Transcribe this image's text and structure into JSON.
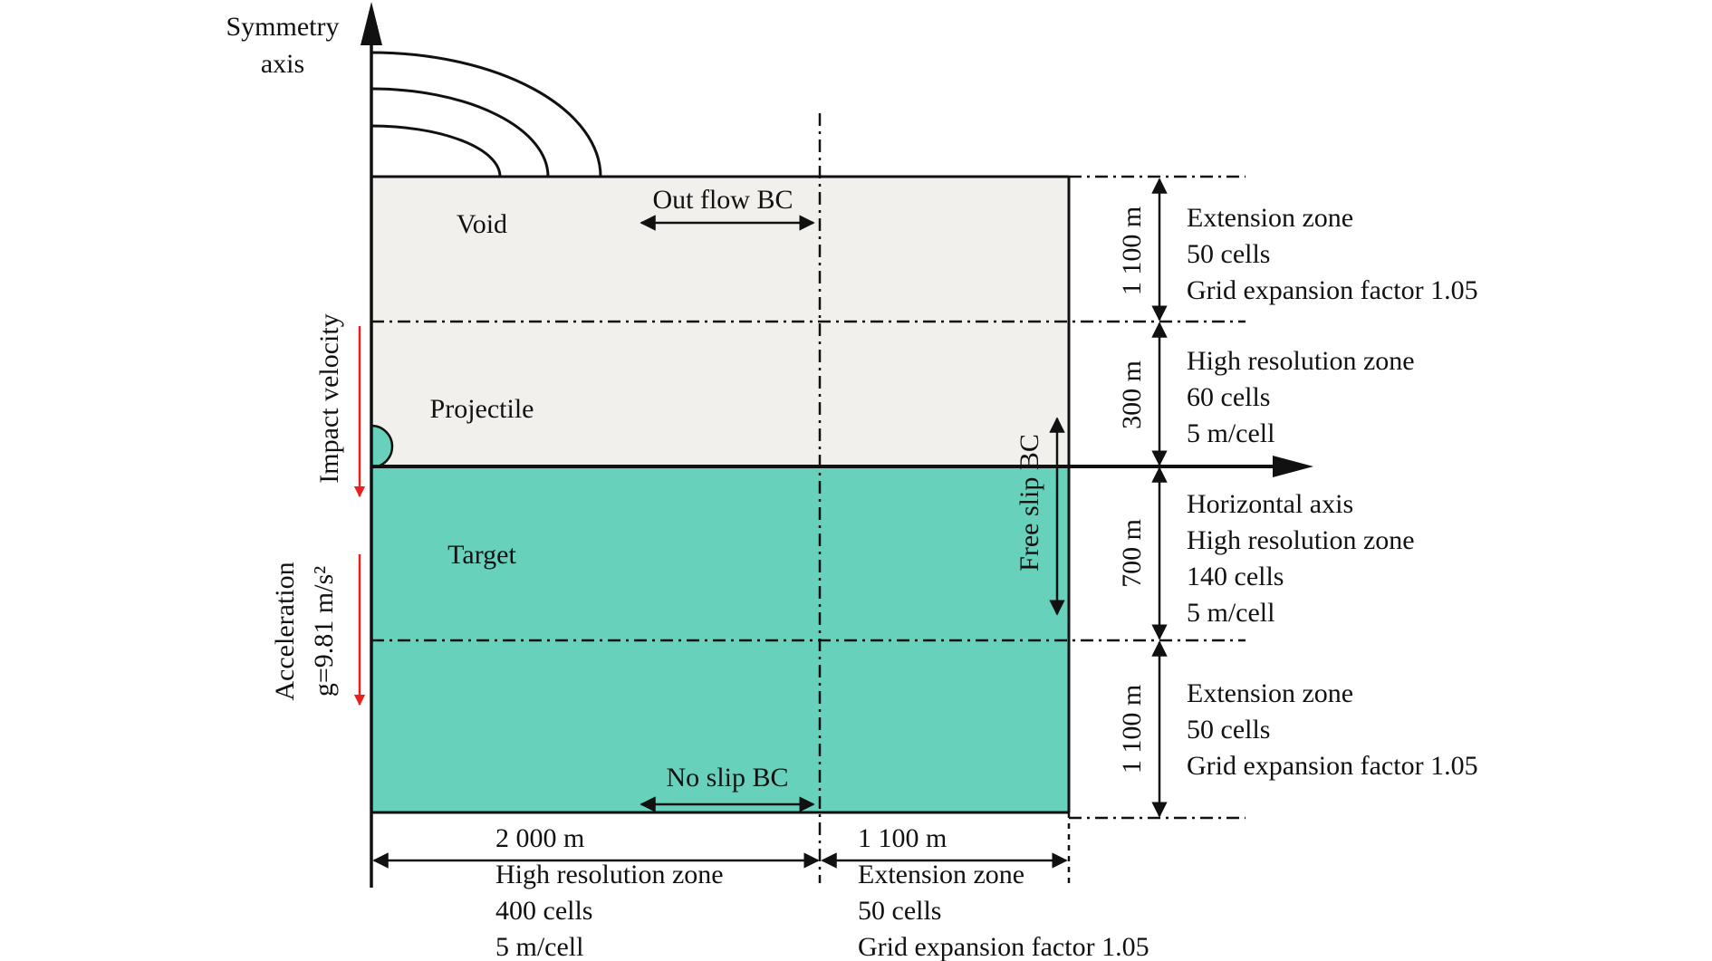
{
  "colors": {
    "void_fill": "#f1f0ec",
    "target_fill": "#67d1bb",
    "line": "#111111",
    "arrow_red": "#e8201f"
  },
  "symmetry_axis": {
    "line1": "Symmetry",
    "line2": "axis"
  },
  "regions": {
    "void": "Void",
    "projectile": "Projectile",
    "target": "Target"
  },
  "boundary_conditions": {
    "outflow": "Out flow BC",
    "noslip": "No slip BC",
    "freeslip": "Free slip BC"
  },
  "left_labels": {
    "impact": "Impact velocity",
    "acceleration": "Acceleration",
    "gravity": "g=9.81 m/s²"
  },
  "vertical_dims": [
    "1 100 m",
    "300 m",
    "700 m",
    "1 100 m"
  ],
  "right_zones": [
    {
      "lines": [
        "Extension zone",
        "50 cells",
        "Grid expansion factor 1.05"
      ]
    },
    {
      "lines": [
        "High resolution zone",
        "60 cells",
        "5 m/cell"
      ]
    },
    {
      "lines": [
        "Horizontal axis",
        "High resolution zone",
        "140 cells",
        "5 m/cell"
      ]
    },
    {
      "lines": [
        "Extension zone",
        "50 cells",
        "Grid expansion factor 1.05"
      ]
    }
  ],
  "bottom_zones": [
    {
      "dim": "2 000 m",
      "lines": [
        "High resolution zone",
        "400 cells",
        "5 m/cell"
      ]
    },
    {
      "dim": "1 100 m",
      "lines": [
        "Extension zone",
        "50 cells",
        "Grid expansion factor 1.05"
      ]
    }
  ]
}
